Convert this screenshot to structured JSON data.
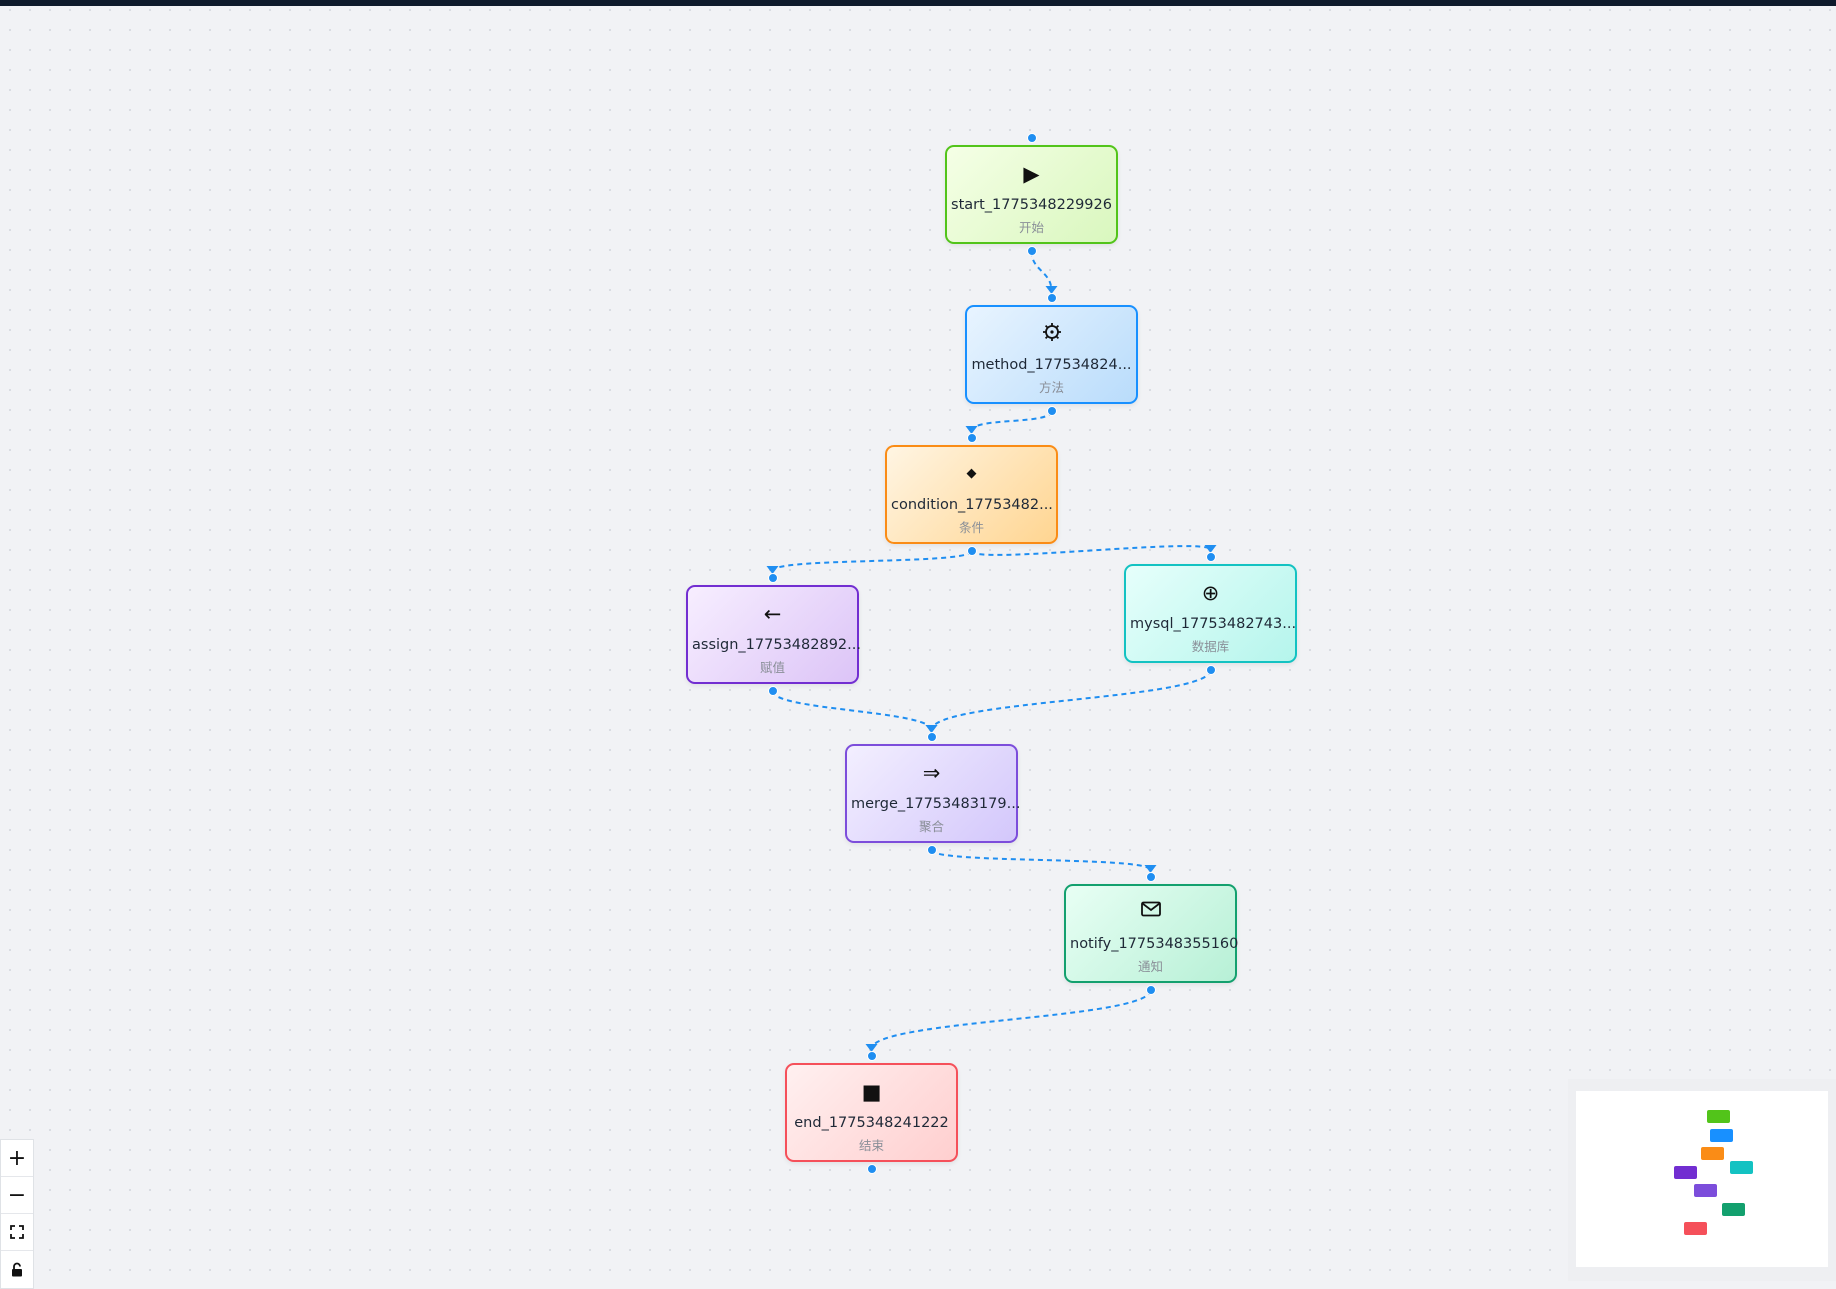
{
  "nodes": [
    {
      "id": "start",
      "title": "start_1775348229926",
      "type_label": "开始",
      "icon": "play-icon",
      "glyph": "▶",
      "bg": [
        "#f5ffe6",
        "#d9f7be"
      ],
      "border": "#52c41a"
    },
    {
      "id": "method",
      "title": "method_177534824...",
      "type_label": "方法",
      "icon": "gear-icon",
      "glyph": "",
      "bg": [
        "#e8f4ff",
        "#b9dcfb"
      ],
      "border": "#1890ff"
    },
    {
      "id": "condition",
      "title": "condition_17753482...",
      "type_label": "条件",
      "icon": "diamond-icon",
      "glyph": "◆",
      "bg": [
        "#fff5e3",
        "#ffd591"
      ],
      "border": "#fa8c16"
    },
    {
      "id": "assign",
      "title": "assign_17753482892...",
      "type_label": "赋值",
      "icon": "arrow-left-icon",
      "glyph": "←",
      "bg": [
        "#f7eeff",
        "#dcc4f7"
      ],
      "border": "#722ed1"
    },
    {
      "id": "mysql",
      "title": "mysql_17753482743...",
      "type_label": "数据库",
      "icon": "database-icon",
      "glyph": "⊕",
      "bg": [
        "#e6fffb",
        "#b5f5ec"
      ],
      "border": "#13c2c2"
    },
    {
      "id": "merge",
      "title": "merge_17753483179...",
      "type_label": "聚合",
      "icon": "merge-arrow-icon",
      "glyph": "⇒",
      "bg": [
        "#f3efff",
        "#d3c7fb"
      ],
      "border": "#7c4ddb"
    },
    {
      "id": "notify",
      "title": "notify_1775348355160",
      "type_label": "通知",
      "icon": "envelope-icon",
      "glyph": "",
      "bg": [
        "#e8fff4",
        "#b7f0d6"
      ],
      "border": "#13a06e"
    },
    {
      "id": "end",
      "title": "end_1775348241222",
      "type_label": "结束",
      "icon": "stop-icon",
      "glyph": "■",
      "bg": [
        "#fff0f0",
        "#ffcfcf"
      ],
      "border": "#f5505a"
    }
  ],
  "edges": [
    {
      "from": "start",
      "to": "method"
    },
    {
      "from": "method",
      "to": "condition"
    },
    {
      "from": "condition",
      "to": "assign"
    },
    {
      "from": "condition",
      "to": "mysql"
    },
    {
      "from": "assign",
      "to": "merge"
    },
    {
      "from": "mysql",
      "to": "merge"
    },
    {
      "from": "merge",
      "to": "notify"
    },
    {
      "from": "notify",
      "to": "end"
    }
  ],
  "colors": {
    "edge": "#1f8ef1",
    "handle": "#1f8ef1"
  },
  "controls": [
    {
      "name": "zoom-in",
      "icon": "plus-icon",
      "glyph": "+"
    },
    {
      "name": "zoom-out",
      "icon": "minus-icon",
      "glyph": "−"
    },
    {
      "name": "fit-view",
      "icon": "fit-view-icon",
      "glyph": ""
    },
    {
      "name": "lock-toggle",
      "icon": "lock-icon",
      "glyph": ""
    }
  ],
  "minimap": {
    "node_colors": [
      "#52c41a",
      "#1890ff",
      "#fa8c16",
      "#722ed1",
      "#13c2c2",
      "#7c4ddb",
      "#13a06e",
      "#f5505a"
    ]
  }
}
